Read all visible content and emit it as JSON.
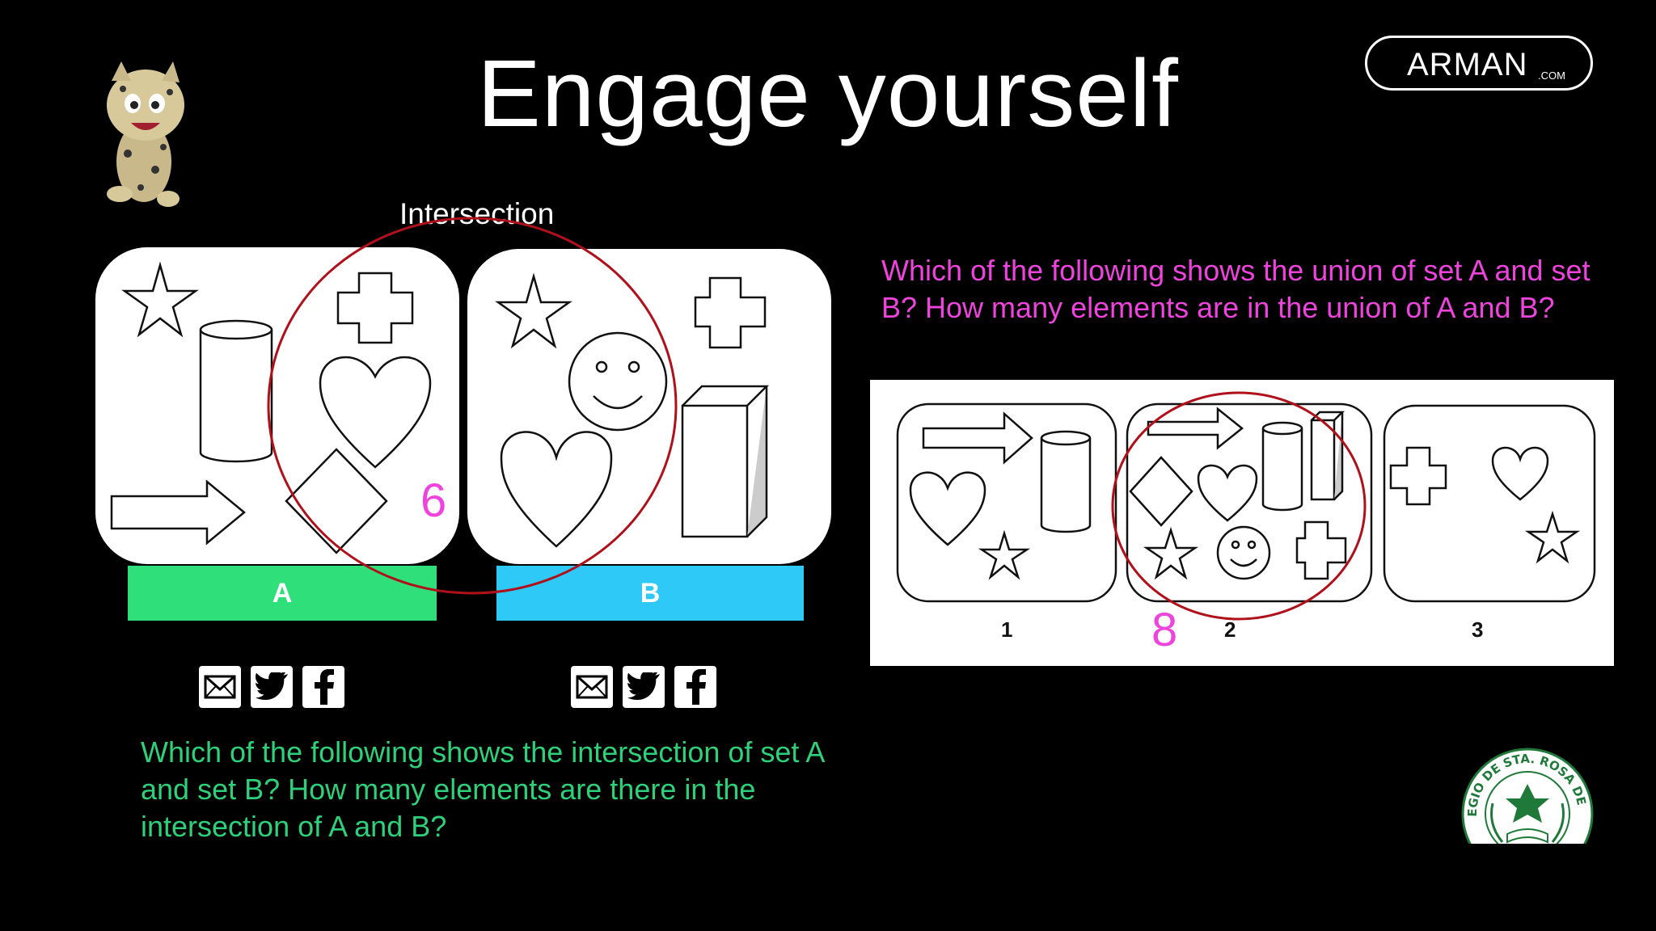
{
  "slide": {
    "title": "Engage yourself",
    "logo": {
      "text": "ARMAN",
      "suffix": ".COM"
    },
    "intersection_label": "Intersection",
    "set_a": {
      "label": "A",
      "color": "#2fe07a"
    },
    "set_b": {
      "label": "B",
      "color": "#2ec9f6"
    },
    "intersection_count": "6",
    "union_count": "8",
    "union_question": "Which of the following shows the union of set A and set B? How many elements are in the union of A and B?",
    "intersection_question": "Which of the following shows the intersection of set A and set B? How many elements are there in the intersection of A and B?",
    "figure_labels": [
      "1",
      "2",
      "3"
    ],
    "share_icons": [
      "mail-icon",
      "twitter-icon",
      "facebook-icon"
    ],
    "seal_text": "COLEGIO DE STA. ROSA DE LIMA",
    "annotation_color": "#ee44dd",
    "circle_color": "#b0101a"
  }
}
